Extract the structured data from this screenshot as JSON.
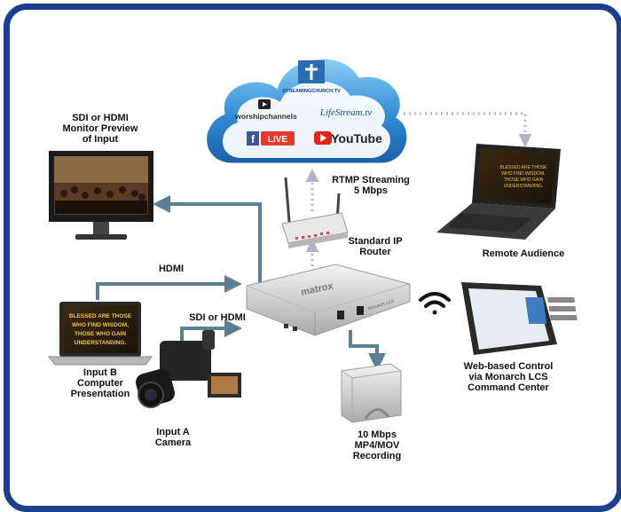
{
  "cloud": {
    "services": [
      "STREAMINGCHURCH.TV",
      "worshipchannels",
      "LifeStream.tv",
      "LIVE",
      "YouTube"
    ]
  },
  "labels": {
    "monitor": [
      "SDI or HDMI",
      "Monitor Preview",
      "of Input"
    ],
    "rtmp": [
      "RTMP Streaming",
      "5 Mbps"
    ],
    "router": [
      "Standard IP",
      "Router"
    ],
    "remote": [
      "Remote Audience"
    ],
    "hdmi": [
      "HDMI"
    ],
    "sdi": [
      "SDI or HDMI"
    ],
    "laptop": [
      "Input B",
      "Computer",
      "Presentation"
    ],
    "camera": [
      "Input A",
      "Camera"
    ],
    "web": [
      "Web-based Control",
      "via Monarch LCS",
      "Command Center"
    ],
    "recording": [
      "10 Mbps",
      "MP4/MOV",
      "Recording"
    ]
  },
  "device": {
    "brand": "matrox",
    "model": "Monarch LCS"
  },
  "laptop_screen_text": [
    "BLESSED ARE THOSE",
    "WHO FIND WISDOM,",
    "THOSE WHO GAIN",
    "UNDERSTANDING."
  ],
  "remote_screen_text": [
    "BLESSED ARE THOSE",
    "WHO FIND WISDOM,",
    "THOSE WHO GAIN",
    "UNDERSTANDING."
  ],
  "colors": {
    "frame": "#1b3f8f",
    "arrow": "#5b7f93",
    "dotted": "#b4b4c8",
    "cloud": "#3d8fd0",
    "youtube": "#e62117",
    "facebook": "#3b5998"
  }
}
